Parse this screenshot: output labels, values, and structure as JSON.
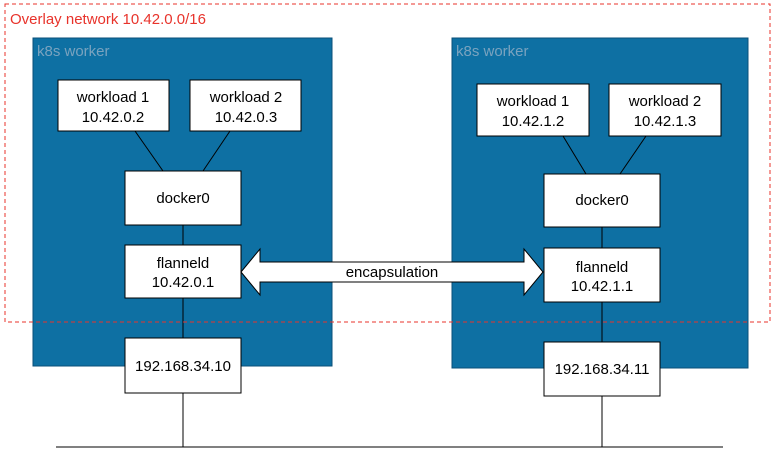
{
  "overlay": {
    "label": "Overlay network 10.42.0.0/16",
    "color": "#e8332b"
  },
  "colors": {
    "worker_fill": "#0e70a3",
    "worker_border": "#0a4f78",
    "worker_label": "#7aa3bf",
    "box_fill": "#ffffff",
    "line": "#000000"
  },
  "workers": [
    {
      "title": "k8s worker",
      "workload_1": {
        "name": "workload 1",
        "ip": "10.42.0.2"
      },
      "workload_2": {
        "name": "workload 2",
        "ip": "10.42.0.3"
      },
      "bridge": "docker0",
      "flannel": {
        "name": "flanneld",
        "ip": "10.42.0.1"
      },
      "host_ip": "192.168.34.10"
    },
    {
      "title": "k8s worker",
      "workload_1": {
        "name": "workload 1",
        "ip": "10.42.1.2"
      },
      "workload_2": {
        "name": "workload 2",
        "ip": "10.42.1.3"
      },
      "bridge": "docker0",
      "flannel": {
        "name": "flanneld",
        "ip": "10.42.1.1"
      },
      "host_ip": "192.168.34.11"
    }
  ],
  "tunnel": {
    "label": "encapsulation"
  }
}
